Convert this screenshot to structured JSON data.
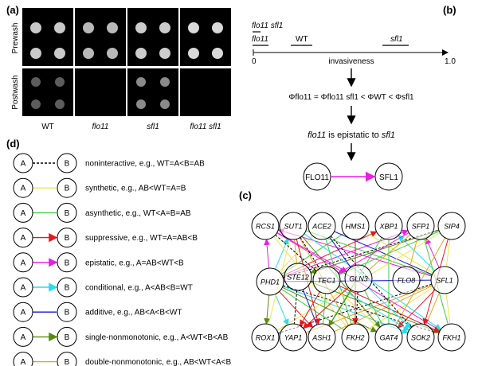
{
  "panel_a": {
    "label": "(a)",
    "row_labels": [
      "Prewash",
      "Postwash"
    ],
    "columns": [
      "WT",
      "flo11",
      "sfl1",
      "flo11 sfl1"
    ]
  },
  "panel_b": {
    "label": "(b)",
    "scale_lines": [
      "flo11 sfl1",
      "flo11",
      "WT",
      "sfl1"
    ],
    "axis_start": "0",
    "axis_end": "1.0",
    "axis_label": "invasiveness",
    "inequality": "Φflo11 = Φflo11 sfl1 < ΦWT < Φsfl1",
    "conclusion_a": "flo11",
    "conclusion_mid": " is epistatic to ",
    "conclusion_b": "sfl1",
    "node_left": "FLO11",
    "node_right": "SFL1"
  },
  "panel_d": {
    "label": "(d)",
    "node_a": "A",
    "node_b": "B",
    "items": [
      {
        "text": "noninteractive, e.g., WT=A<B=AB",
        "color": "#000000",
        "style": "dashed"
      },
      {
        "text": "synthetic, e.g., AB<WT=A=B",
        "color": "#e8e84a",
        "style": "solid"
      },
      {
        "text": "asynthetic, e.g., WT<A=B=AB",
        "color": "#3ed13e",
        "style": "solid"
      },
      {
        "text": "suppressive, e.g., WT=A=AB<B",
        "color": "#e8181a",
        "style": "arrow"
      },
      {
        "text": "epistatic, e.g., A=AB<WT<B",
        "color": "#e91ee3",
        "style": "arrow"
      },
      {
        "text": "conditional, e.g., A<AB<B=WT",
        "color": "#22e0ee",
        "style": "arrow"
      },
      {
        "text": "additive, e.g., AB<A<B<WT",
        "color": "#1616d4",
        "style": "solid"
      },
      {
        "text": "single-nonmonotonic, e.g., A<WT<B<AB",
        "color": "#5a8a12",
        "style": "arrow"
      },
      {
        "text": "double-nonmonotonic, e.g., AB<WT<A<B",
        "color": "#e8a21e",
        "style": "solid"
      }
    ]
  },
  "panel_c": {
    "label": "(c)",
    "top_nodes": [
      "RCS1",
      "SUT1",
      "ACE2",
      "HMS1",
      "XBP1",
      "SFP1",
      "SIP4"
    ],
    "mid_nodes": [
      "PHD1",
      "STE12",
      "TEC1",
      "GLN3",
      "FLO8",
      "SFL1"
    ],
    "bottom_nodes": [
      "ROX1",
      "YAP1",
      "ASH1",
      "FKH2",
      "GAT4",
      "SOK2",
      "FKH1"
    ]
  }
}
